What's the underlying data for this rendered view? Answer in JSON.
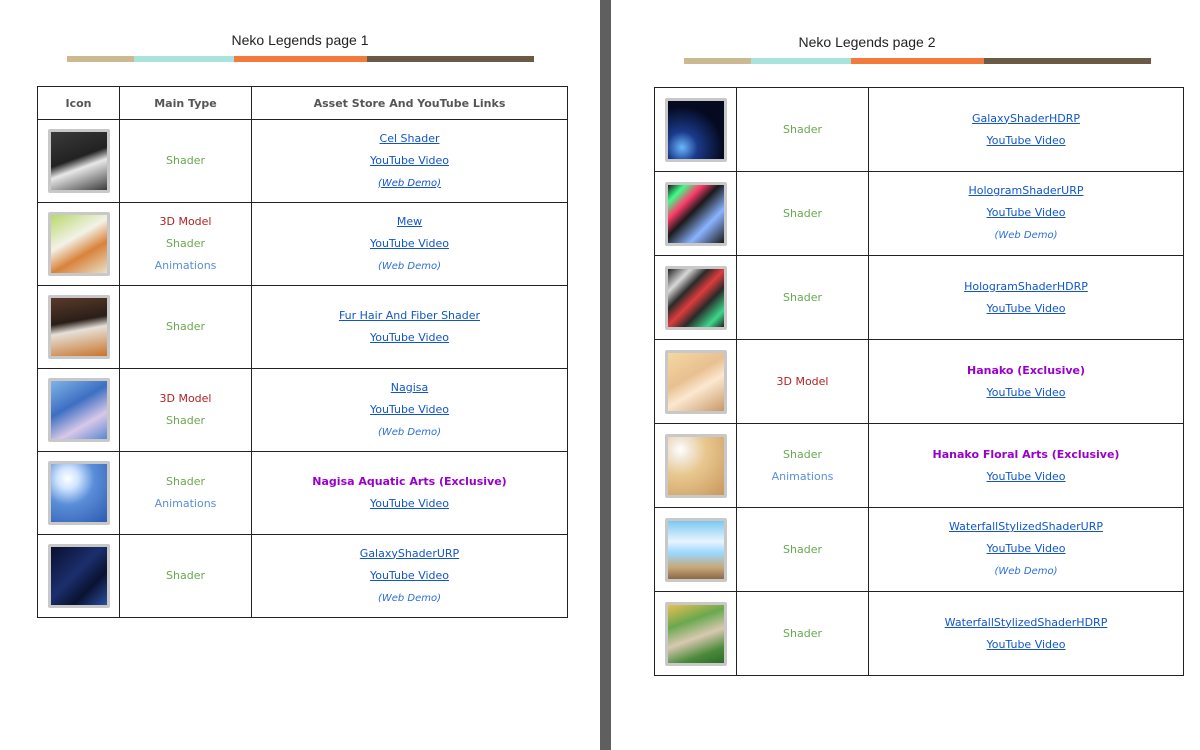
{
  "page1": {
    "title": "Neko Legends page 1",
    "headers": {
      "icon": "Icon",
      "type": "Main Type",
      "links": "Asset Store And YouTube Links"
    },
    "rows": [
      {
        "icon": "cat-cel-icon",
        "types": [
          "Shader"
        ],
        "links": [
          "Cel Shader",
          "YouTube Video",
          "(Web Demo)"
        ]
      },
      {
        "icon": "cat-mew-icon",
        "types": [
          "3D Model",
          "Shader",
          "Animations"
        ],
        "links": [
          "Mew",
          "YouTube Video",
          "(Web Demo)"
        ]
      },
      {
        "icon": "cat-fur-icon",
        "types": [
          "Shader"
        ],
        "links": [
          "Fur Hair And Fiber Shader",
          "YouTube Video"
        ]
      },
      {
        "icon": "nagisa-icon",
        "types": [
          "3D Model",
          "Shader"
        ],
        "links": [
          "Nagisa",
          "YouTube Video",
          "(Web Demo)"
        ]
      },
      {
        "icon": "nagisa-aquatic-icon",
        "types": [
          "Shader",
          "Animations"
        ],
        "links": [
          "Nagisa Aquatic Arts (Exclusive)",
          "YouTube Video"
        ]
      },
      {
        "icon": "galaxy-icon",
        "types": [
          "Shader"
        ],
        "links": [
          "GalaxyShaderURP",
          "YouTube Video",
          "(Web Demo)"
        ]
      }
    ]
  },
  "page2": {
    "title": "Neko Legends page 2",
    "rows": [
      {
        "icon": "galaxy-hdrp-icon",
        "types": [
          "Shader"
        ],
        "links": [
          "GalaxyShaderHDRP",
          "YouTube Video"
        ]
      },
      {
        "icon": "hologram-urp-icon",
        "types": [
          "Shader"
        ],
        "links": [
          "HologramShaderURP",
          "YouTube Video",
          "(Web Demo)"
        ]
      },
      {
        "icon": "hologram-hdrp-icon",
        "types": [
          "Shader"
        ],
        "links": [
          "HologramShaderHDRP",
          "YouTube Video"
        ]
      },
      {
        "icon": "hanako-icon",
        "types": [
          "3D Model"
        ],
        "links": [
          "Hanako (Exclusive)",
          "YouTube Video"
        ]
      },
      {
        "icon": "hanako-floral-icon",
        "types": [
          "Shader",
          "Animations"
        ],
        "links": [
          "Hanako Floral Arts (Exclusive)",
          "YouTube Video"
        ]
      },
      {
        "icon": "waterfall-urp-icon",
        "types": [
          "Shader"
        ],
        "links": [
          "WaterfallStylizedShaderURP",
          "YouTube Video",
          "(Web Demo)"
        ]
      },
      {
        "icon": "waterfall-hdrp-icon",
        "types": [
          "Shader"
        ],
        "links": [
          "WaterfallStylizedShaderHDRP",
          "YouTube Video"
        ]
      }
    ]
  },
  "colors": {
    "stripe": [
      "#cbb98f",
      "#a8e4dc",
      "#f47a3c",
      "#6b5a44"
    ],
    "shader": "#6aa84f",
    "model": "#b22222",
    "animations": "#5b8fd6",
    "link": "#1155cc",
    "exclusive": "#9900cc"
  }
}
